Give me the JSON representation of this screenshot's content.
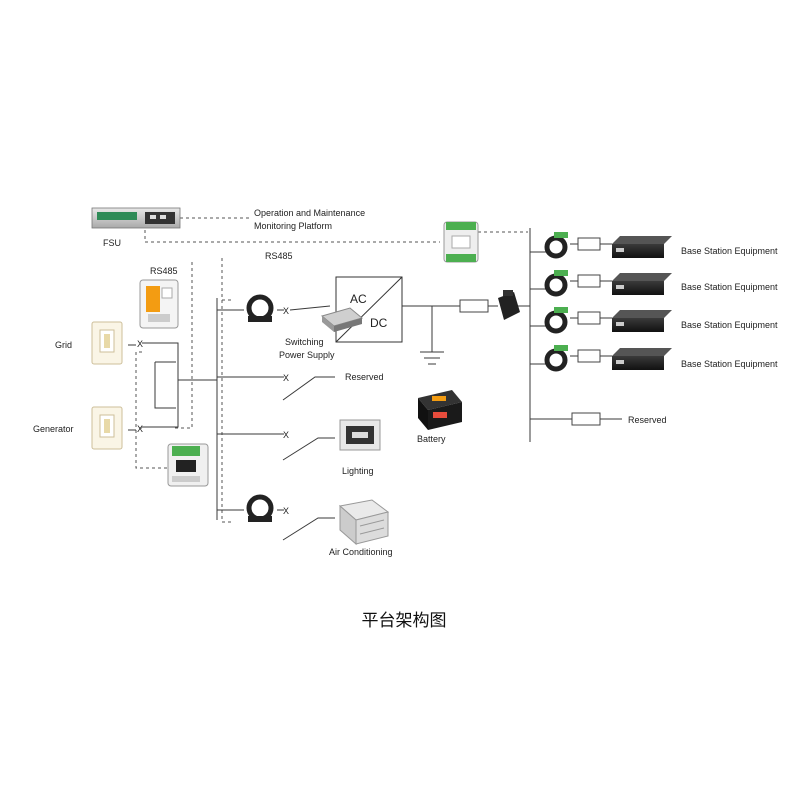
{
  "labels": {
    "platform_line1": "Operation and Maintenance",
    "platform_line2": "Monitoring Platform",
    "fsu": "FSU",
    "rs485_left": "RS485",
    "rs485_center": "RS485",
    "grid": "Grid",
    "generator": "Generator",
    "ac": "AC",
    "dc": "DC",
    "psu_line1": "Switching",
    "psu_line2": "Power Supply",
    "battery": "Battery",
    "reserved_left": "Reserved",
    "lighting": "Lighting",
    "air_conditioning": "Air Conditioning",
    "reserved_right": "Reserved",
    "base_station_1": "Base Station Equipment",
    "base_station_2": "Base Station Equipment",
    "base_station_3": "Base Station Equipment",
    "base_station_4": "Base Station Equipment",
    "switch_mark": "X"
  },
  "caption": "平台架构图",
  "colors": {
    "line": "#3a3a3a",
    "dashed": "#555555",
    "device_green": "#4caf50",
    "meter_orange": "#f39c12",
    "rack": "#1c1c1c"
  }
}
